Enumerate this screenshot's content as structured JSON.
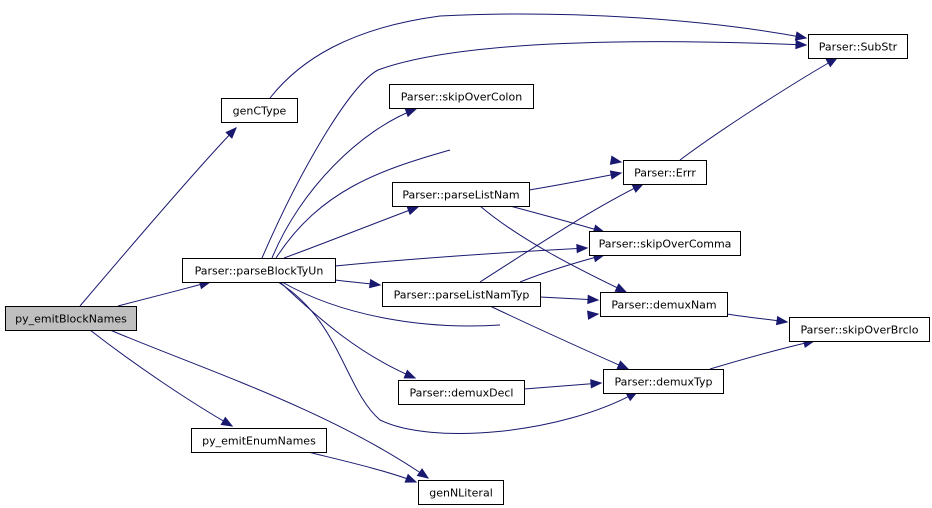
{
  "colors": {
    "node_fill": "#ffffff",
    "root_fill": "#bfbfbf",
    "node_border": "#000000",
    "edge": "#191970"
  },
  "nodes": [
    {
      "id": "py_emitBlockNames",
      "label": "py_emitBlockNames",
      "root": true
    },
    {
      "id": "genCType",
      "label": "genCType"
    },
    {
      "id": "parseBlockTyUn",
      "label": "Parser::parseBlockTyUn"
    },
    {
      "id": "py_emitEnumNames",
      "label": "py_emitEnumNames"
    },
    {
      "id": "genNLiteral",
      "label": "genNLiteral"
    },
    {
      "id": "skipOverColon",
      "label": "Parser::skipOverColon"
    },
    {
      "id": "parseListNam",
      "label": "Parser::parseListNam"
    },
    {
      "id": "parseListNamTyp",
      "label": "Parser::parseListNamTyp"
    },
    {
      "id": "demuxDecl",
      "label": "Parser::demuxDecl"
    },
    {
      "id": "SubStr",
      "label": "Parser::SubStr"
    },
    {
      "id": "Errr",
      "label": "Parser::Errr"
    },
    {
      "id": "skipOverComma",
      "label": "Parser::skipOverComma"
    },
    {
      "id": "demuxNam",
      "label": "Parser::demuxNam"
    },
    {
      "id": "demuxTyp",
      "label": "Parser::demuxTyp"
    },
    {
      "id": "skipOverBrclo",
      "label": "Parser::skipOverBrclo"
    }
  ],
  "edges": [
    {
      "from": "py_emitBlockNames",
      "to": "genCType"
    },
    {
      "from": "py_emitBlockNames",
      "to": "parseBlockTyUn"
    },
    {
      "from": "py_emitBlockNames",
      "to": "py_emitEnumNames"
    },
    {
      "from": "py_emitBlockNames",
      "to": "genNLiteral"
    },
    {
      "from": "genCType",
      "to": "SubStr"
    },
    {
      "from": "parseBlockTyUn",
      "to": "SubStr"
    },
    {
      "from": "parseBlockTyUn",
      "to": "skipOverColon"
    },
    {
      "from": "parseBlockTyUn",
      "to": "Errr"
    },
    {
      "from": "parseBlockTyUn",
      "to": "parseListNam"
    },
    {
      "from": "parseBlockTyUn",
      "to": "skipOverComma"
    },
    {
      "from": "parseBlockTyUn",
      "to": "parseListNamTyp"
    },
    {
      "from": "parseBlockTyUn",
      "to": "demuxNam"
    },
    {
      "from": "parseBlockTyUn",
      "to": "demuxDecl"
    },
    {
      "from": "parseBlockTyUn",
      "to": "demuxTyp"
    },
    {
      "from": "py_emitEnumNames",
      "to": "genNLiteral"
    },
    {
      "from": "parseListNam",
      "to": "Errr"
    },
    {
      "from": "parseListNam",
      "to": "skipOverComma"
    },
    {
      "from": "parseListNam",
      "to": "demuxNam"
    },
    {
      "from": "parseListNamTyp",
      "to": "Errr"
    },
    {
      "from": "parseListNamTyp",
      "to": "skipOverComma"
    },
    {
      "from": "parseListNamTyp",
      "to": "demuxNam"
    },
    {
      "from": "parseListNamTyp",
      "to": "demuxTyp"
    },
    {
      "from": "demuxDecl",
      "to": "demuxTyp"
    },
    {
      "from": "Errr",
      "to": "SubStr"
    },
    {
      "from": "demuxNam",
      "to": "skipOverBrclo"
    },
    {
      "from": "demuxTyp",
      "to": "skipOverBrclo"
    }
  ]
}
